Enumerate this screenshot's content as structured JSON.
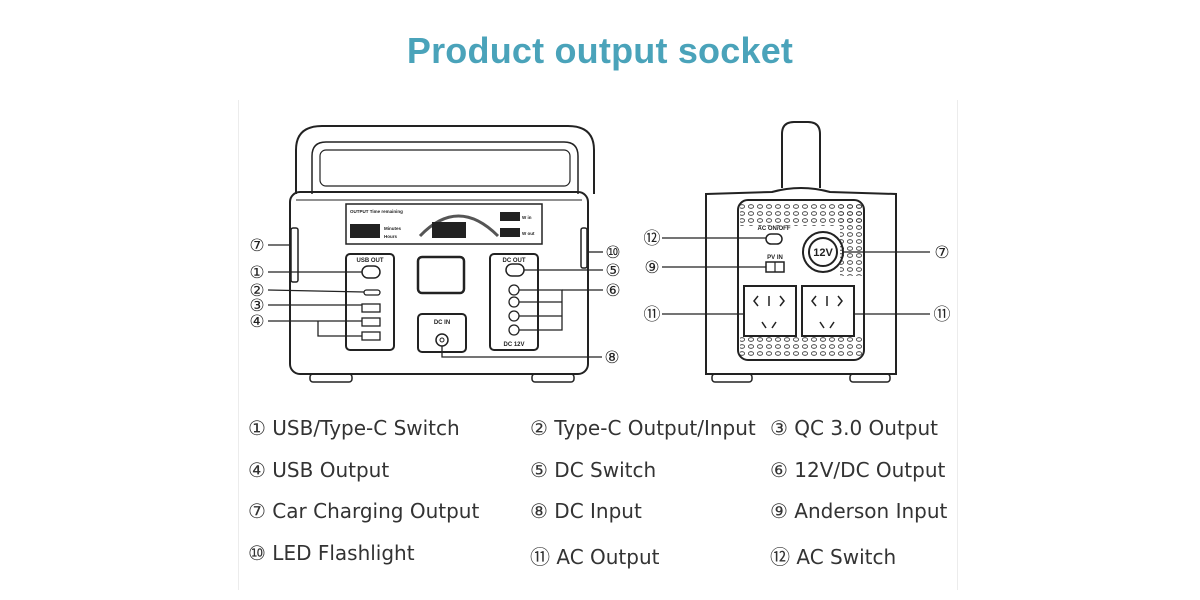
{
  "title": "Product output socket",
  "front": {
    "usb_out_label": "USB OUT",
    "dc_out_label": "DC OUT",
    "dc_in_label": "DC IN",
    "dc_12v_label": "DC 12V",
    "display_top": "OUTPUT Time remaining",
    "display_minutes": "Minutes",
    "display_hours": "Hours",
    "display_watts_in": "W in",
    "display_watts_out": "W out"
  },
  "side": {
    "ac_switch_label": "AC ON/OFF",
    "pv_in_label": "PV IN",
    "car_socket_label": "12V"
  },
  "callouts": [
    "⑦",
    "①",
    "②",
    "③",
    "④",
    "⑩",
    "⑤",
    "⑥",
    "⑧",
    "⑫",
    "⑨",
    "⑪",
    "⑦",
    "⑪"
  ],
  "legend": [
    {
      "num": "①",
      "label": "USB/Type-C Switch"
    },
    {
      "num": "②",
      "label": "Type-C Output/Input"
    },
    {
      "num": "③",
      "label": "QC 3.0 Output"
    },
    {
      "num": "④",
      "label": "USB Output"
    },
    {
      "num": "⑤",
      "label": "DC Switch"
    },
    {
      "num": "⑥",
      "label": "12V/DC Output"
    },
    {
      "num": "⑦",
      "label": "Car Charging Output"
    },
    {
      "num": "⑧",
      "label": "DC Input"
    },
    {
      "num": "⑨",
      "label": "Anderson Input"
    },
    {
      "num": "⑩",
      "label": "LED Flashlight"
    },
    {
      "num": "⑪",
      "label": "AC Output"
    },
    {
      "num": "⑫",
      "label": "AC Switch"
    }
  ]
}
